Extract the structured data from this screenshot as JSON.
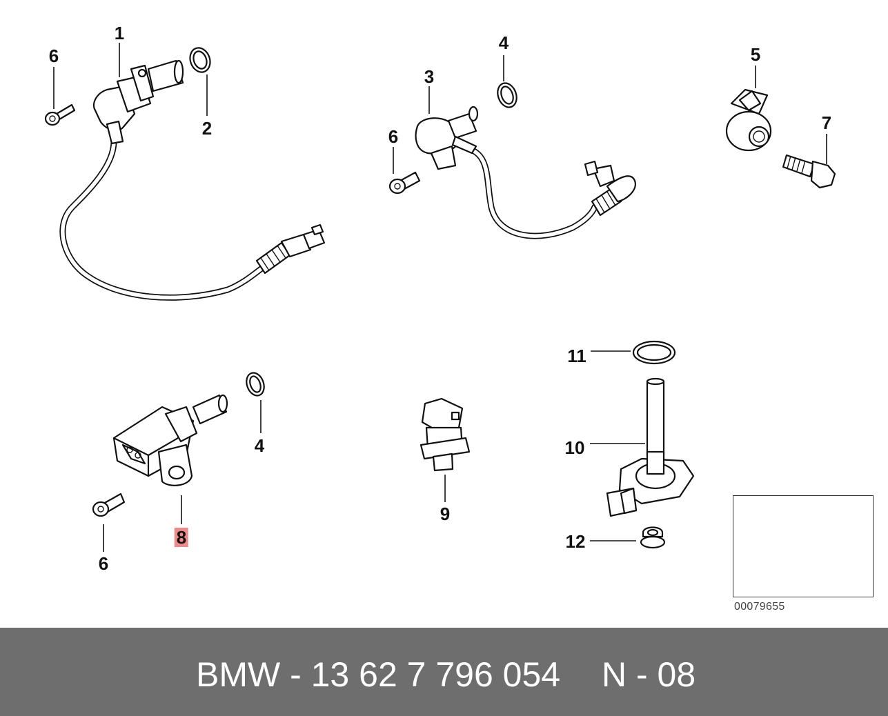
{
  "callouts": [
    {
      "label": "1"
    },
    {
      "label": "2"
    },
    {
      "label": "6"
    },
    {
      "label": "3"
    },
    {
      "label": "4"
    },
    {
      "label": "6"
    },
    {
      "label": "5"
    },
    {
      "label": "7"
    },
    {
      "label": "4"
    },
    {
      "label": "8",
      "highlighted": true
    },
    {
      "label": "6"
    },
    {
      "label": "9"
    },
    {
      "label": "10"
    },
    {
      "label": "11"
    },
    {
      "label": "12"
    }
  ],
  "highlight_color": "#f08a8a",
  "reference_code": "00079655",
  "footer": {
    "part_text": "BMW - 13 62 7 796 054",
    "position_text": "N - 08",
    "background_color": "#6e6e6e"
  }
}
